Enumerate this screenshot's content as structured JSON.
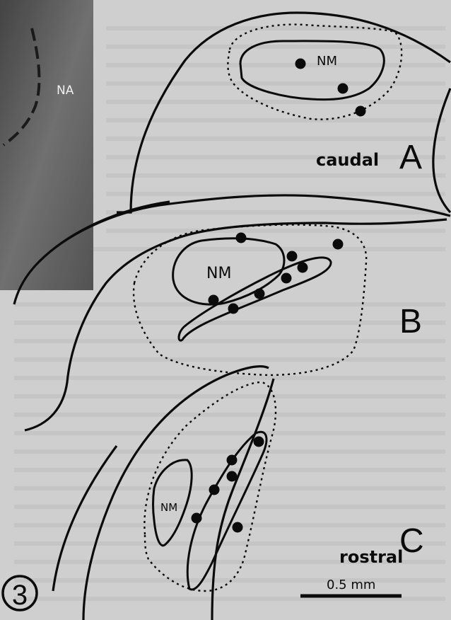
{
  "figure": {
    "number": "3",
    "photo_label": "NA",
    "scale_bar": "0.5 mm",
    "panels": [
      {
        "id": "A",
        "level": "caudal",
        "nucleus": "NM"
      },
      {
        "id": "B",
        "level": "",
        "nucleus": "NM"
      },
      {
        "id": "C",
        "level": "rostral",
        "nucleus": "NM"
      }
    ]
  },
  "colors": {
    "background": "#cfcfcf",
    "ink": "#0b0b0b",
    "photo": "#6f6f6f"
  }
}
